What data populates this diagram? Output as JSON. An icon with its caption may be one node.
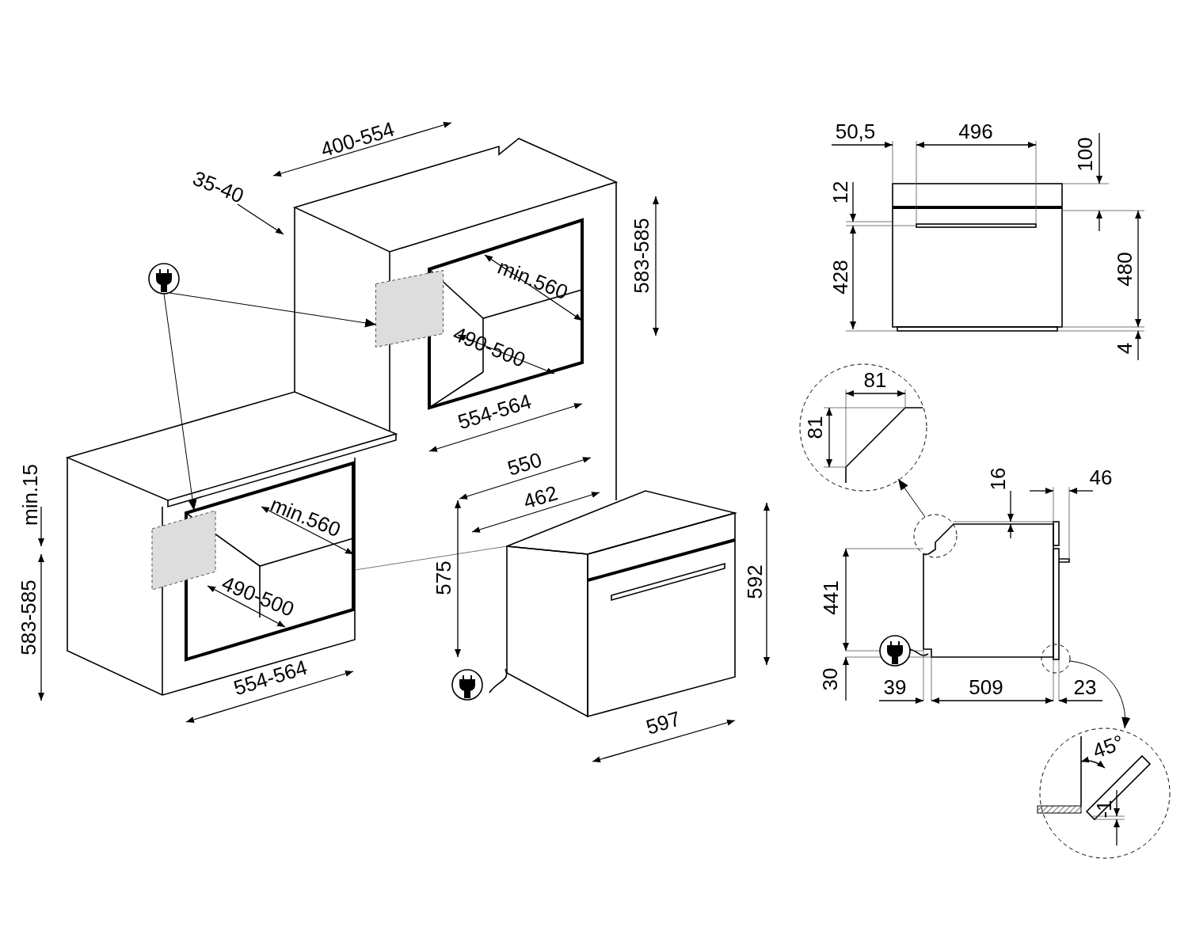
{
  "diagram": {
    "nodes": [
      {
        "text": [],
        "shape": "picture"
      },
      {
        "text": [],
        "shape": "box"
      },
      {
        "text": [],
        "shape": "box"
      },
      {
        "text": [],
        "shape": "circle"
      },
      {
        "text": [],
        "shape": "circle"
      },
      {
        "text": [],
        "shape": "circle"
      },
      {
        "text": [],
        "shape": "circle"
      }
    ],
    "edges": [
      {
        "from": 0,
        "to": 1,
        "arrow": "to"
      },
      {
        "from": 0,
        "to": 2,
        "arrow": "to"
      },
      {
        "from": 4,
        "to": 3,
        "arrow": "to"
      },
      {
        "from": 5,
        "to": 6,
        "arrow": "to"
      }
    ],
    "labels": [
      "400-554",
      "50,5",
      "496",
      "100",
      "35-40",
      "12",
      "min.560",
      "583-585",
      "428",
      "480",
      "490-500",
      "4",
      "81",
      "554-564",
      "81",
      "550",
      "16",
      "46",
      "min.15",
      "462",
      "min.560",
      "583-585",
      "490-500",
      "575",
      "592",
      "441",
      "554-564",
      "30",
      "39",
      "509",
      "23",
      "597",
      "45°",
      "-1"
    ]
  }
}
